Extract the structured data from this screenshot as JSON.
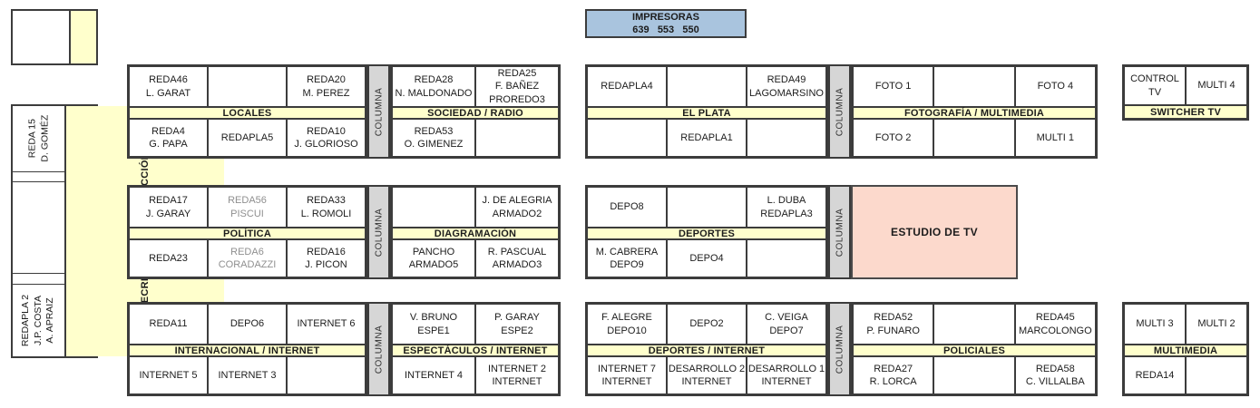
{
  "colors": {
    "band_yellow": "#ffffcc",
    "pillar_gray": "#d6d6d6",
    "studio_pink": "#fcd9cc",
    "printer_blue": "#a9c4de",
    "line_dark": "#3c3c3c",
    "muted_text": "#8f8f8f"
  },
  "printer_box": {
    "title": "IMPRESORAS",
    "numbers": "639   553   550"
  },
  "sidebar": {
    "band_label": "SECRETARIOS DE REDACCIÓN",
    "cells": [
      {
        "id": "reda15",
        "lines": [
          "REDA 15",
          "D. GOMÉZ"
        ]
      },
      {
        "id": "spacer1",
        "lines": []
      },
      {
        "id": "middle-empty",
        "lines": []
      },
      {
        "id": "spacer2",
        "lines": []
      },
      {
        "id": "redapla2",
        "lines": [
          "REDAPLA 2",
          "J.P. COSTA",
          "A. APRAIZ"
        ]
      }
    ]
  },
  "column_strip_label": "COLUMNA",
  "studio": {
    "label": "ESTUDIO DE TV"
  },
  "blocks": [
    {
      "id": "locales",
      "band": "LOCALES",
      "top": [
        {
          "lines": [
            "REDA46",
            "L. GARAT"
          ]
        },
        {
          "lines": []
        },
        {
          "lines": [
            "REDA20",
            "M. PEREZ"
          ]
        }
      ],
      "bottom": [
        {
          "lines": [
            "REDA4",
            "G. PAPA"
          ]
        },
        {
          "lines": [
            "REDAPLA5"
          ]
        },
        {
          "lines": [
            "REDA10",
            "J. GLORIOSO"
          ]
        }
      ]
    },
    {
      "id": "sociedad_radio",
      "band": "SOCIEDAD / RADIO",
      "top": [
        {
          "lines": [
            "REDA28",
            "N. MALDONADO"
          ]
        },
        {
          "lines": [
            "REDA25",
            "F. BAÑEZ",
            "PROREDO3"
          ]
        }
      ],
      "bottom": [
        {
          "lines": [
            "REDA53",
            "O. GIMENEZ"
          ]
        },
        {
          "lines": []
        }
      ]
    },
    {
      "id": "el_plata",
      "band": "EL PLATA",
      "top": [
        {
          "lines": [
            "REDAPLA4"
          ]
        },
        {
          "lines": []
        },
        {
          "lines": [
            "REDA49",
            "LAGOMARSINO"
          ]
        }
      ],
      "bottom": [
        {
          "lines": []
        },
        {
          "lines": [
            "REDAPLA1"
          ]
        },
        {
          "lines": []
        }
      ]
    },
    {
      "id": "fotografia_multimedia",
      "band": "FOTOGRAFÍA / MULTIMEDIA",
      "top": [
        {
          "lines": [
            "FOTO 1"
          ]
        },
        {
          "lines": []
        },
        {
          "lines": [
            "FOTO 4"
          ]
        }
      ],
      "bottom": [
        {
          "lines": [
            "FOTO 2"
          ]
        },
        {
          "lines": []
        },
        {
          "lines": [
            "MULTI 1"
          ]
        }
      ]
    },
    {
      "id": "switcher_tv",
      "band": "SWITCHER TV",
      "top": [
        {
          "lines": [
            "CONTROL TV"
          ]
        },
        {
          "lines": [
            "MULTI 4"
          ]
        }
      ],
      "bottom": []
    },
    {
      "id": "politica",
      "band": "POLÍTICA",
      "top": [
        {
          "lines": [
            "REDA17",
            "J. GARAY"
          ]
        },
        {
          "lines": [
            "REDA56",
            "PISCUI"
          ],
          "muted": true
        },
        {
          "lines": [
            "REDA33",
            "L. ROMOLI"
          ]
        }
      ],
      "bottom": [
        {
          "lines": [
            "REDA23"
          ]
        },
        {
          "lines": [
            "REDA6",
            "CORADAZZI"
          ],
          "muted": true
        },
        {
          "lines": [
            "REDA16",
            "J. PICON"
          ]
        }
      ]
    },
    {
      "id": "diagramacion",
      "band": "DIAGRAMACIÓN",
      "top": [
        {
          "lines": []
        },
        {
          "lines": [
            "J. DE ALEGRIA",
            "ARMADO2"
          ]
        }
      ],
      "bottom": [
        {
          "lines": [
            "PANCHO",
            "ARMADO5"
          ]
        },
        {
          "lines": [
            "R. PASCUAL",
            "ARMADO3"
          ]
        }
      ]
    },
    {
      "id": "deportes",
      "band": "DEPORTES",
      "top": [
        {
          "lines": [
            "DEPO8"
          ]
        },
        {
          "lines": []
        },
        {
          "lines": [
            "L. DUBA",
            "REDAPLA3"
          ]
        }
      ],
      "bottom": [
        {
          "lines": [
            "M. CABRERA",
            "DEPO9"
          ]
        },
        {
          "lines": [
            "DEPO4"
          ]
        },
        {
          "lines": []
        }
      ]
    },
    {
      "id": "internacional_internet",
      "band": "INTERNACIONAL / INTERNET",
      "top": [
        {
          "lines": [
            "REDA11"
          ]
        },
        {
          "lines": [
            "DEPO6"
          ]
        },
        {
          "lines": [
            "INTERNET 6"
          ]
        }
      ],
      "bottom": [
        {
          "lines": [
            "INTERNET 5"
          ]
        },
        {
          "lines": [
            "INTERNET 3"
          ]
        },
        {
          "lines": []
        }
      ]
    },
    {
      "id": "espectaculos_internet",
      "band": "ESPECTÁCULOS / INTERNET",
      "top": [
        {
          "lines": [
            "V. BRUNO",
            "ESPE1"
          ]
        },
        {
          "lines": [
            "P. GARAY",
            "ESPE2"
          ]
        }
      ],
      "bottom": [
        {
          "lines": [
            "INTERNET 4"
          ]
        },
        {
          "lines": [
            "INTERNET 2",
            "INTERNET"
          ]
        }
      ]
    },
    {
      "id": "deportes_internet",
      "band": "DEPORTES / INTERNET",
      "top": [
        {
          "lines": [
            "F. ALEGRE",
            "DEPO10"
          ]
        },
        {
          "lines": [
            "DEPO2"
          ]
        },
        {
          "lines": [
            "C. VEIGA",
            "DEPO7"
          ]
        }
      ],
      "bottom": [
        {
          "lines": [
            "INTERNET 7",
            "INTERNET"
          ]
        },
        {
          "lines": [
            "DESARROLLO 2",
            "INTERNET"
          ]
        },
        {
          "lines": [
            "DESARROLLO 1",
            "INTERNET"
          ]
        }
      ]
    },
    {
      "id": "policiales",
      "band": "POLICIALES",
      "top": [
        {
          "lines": [
            "REDA52",
            "P. FUNARO"
          ]
        },
        {
          "lines": []
        },
        {
          "lines": [
            "REDA45",
            "MARCOLONGO"
          ]
        }
      ],
      "bottom": [
        {
          "lines": [
            "REDA27",
            "R. LORCA"
          ]
        },
        {
          "lines": []
        },
        {
          "lines": [
            "REDA58",
            "C. VILLALBA"
          ]
        }
      ]
    },
    {
      "id": "multimedia",
      "band": "MULTIMEDIA",
      "top": [
        {
          "lines": [
            "MULTI 3"
          ]
        },
        {
          "lines": [
            "MULTI 2"
          ]
        }
      ],
      "bottom": [
        {
          "lines": [
            "REDA14"
          ]
        },
        {
          "lines": []
        }
      ]
    }
  ]
}
